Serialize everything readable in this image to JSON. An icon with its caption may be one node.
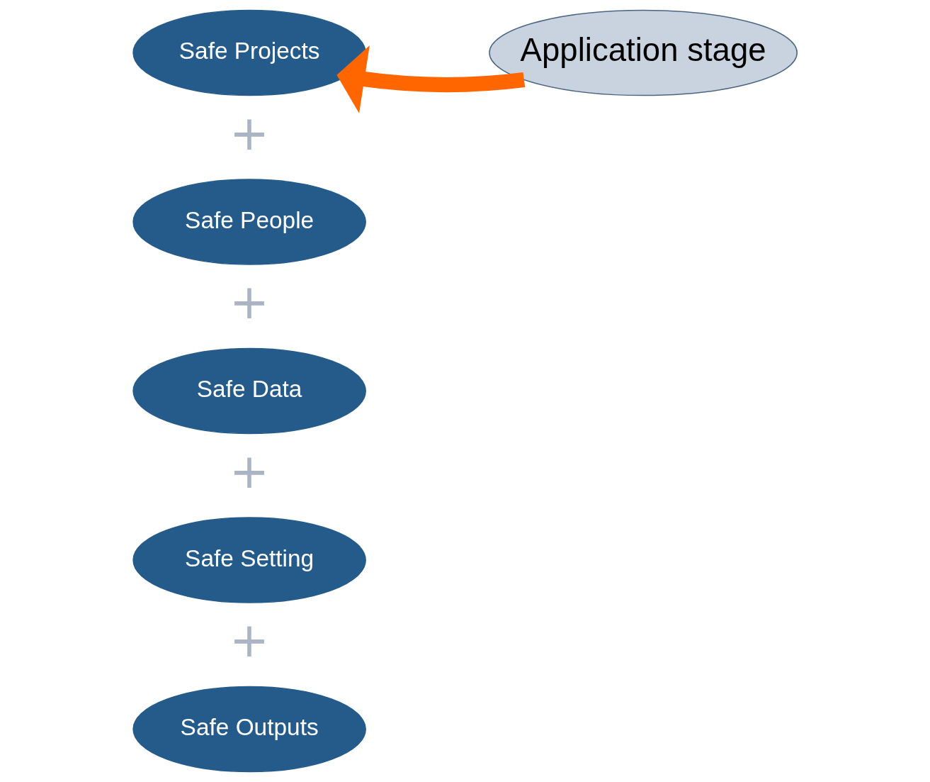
{
  "diagram": {
    "nodes": [
      {
        "text": [
          "Safe Projects"
        ]
      },
      {
        "text": [
          "Safe People"
        ]
      },
      {
        "text": [
          "Safe Data"
        ]
      },
      {
        "text": [
          "Safe Setting"
        ]
      },
      {
        "text": [
          "Safe Outputs"
        ]
      },
      {
        "text": [
          "Application stage"
        ]
      }
    ],
    "edges": [
      {
        "from": 5,
        "to": 0,
        "arrow": "to",
        "color": "#ff6600"
      }
    ],
    "labels": [
      "+",
      "+",
      "+",
      "+"
    ]
  }
}
